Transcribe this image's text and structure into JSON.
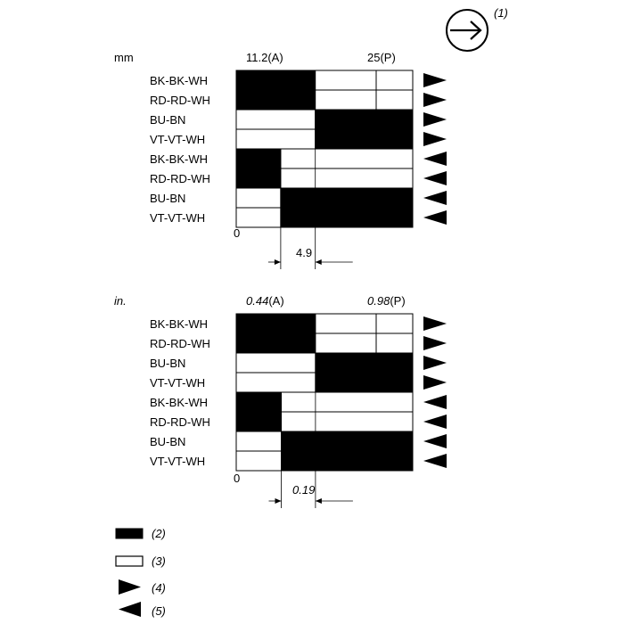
{
  "direction_symbol": {
    "icon": "arrow-right-circle-icon",
    "ref": "(1)"
  },
  "colors": {
    "closed": "#000000",
    "open": "#ffffff",
    "line": "#000000"
  },
  "panels": [
    {
      "unit": "mm",
      "axis": {
        "zero": "0",
        "a_label": "11.2(A)",
        "p_label": "25(P)",
        "dim_label": "4.9"
      },
      "scale": {
        "max": 25,
        "a": 11.2,
        "dim_start": 6.3
      },
      "rows": [
        {
          "label": "BK-BK-WH",
          "dir": "right",
          "segs": [
            [
              0,
              11.2,
              "closed"
            ],
            [
              11.2,
              25,
              "open"
            ]
          ]
        },
        {
          "label": "RD-RD-WH",
          "dir": "right",
          "segs": [
            [
              0,
              11.2,
              "closed"
            ],
            [
              11.2,
              25,
              "open"
            ]
          ]
        },
        {
          "label": "BU-BN",
          "dir": "right",
          "segs": [
            [
              0,
              11.2,
              "open"
            ],
            [
              11.2,
              25,
              "closed"
            ]
          ]
        },
        {
          "label": "VT-VT-WH",
          "dir": "right",
          "segs": [
            [
              0,
              11.2,
              "open"
            ],
            [
              11.2,
              25,
              "closed"
            ]
          ]
        },
        {
          "label": "BK-BK-WH",
          "dir": "left",
          "segs": [
            [
              0,
              6.3,
              "closed"
            ],
            [
              6.3,
              25,
              "open"
            ]
          ]
        },
        {
          "label": "RD-RD-WH",
          "dir": "left",
          "segs": [
            [
              0,
              6.3,
              "closed"
            ],
            [
              6.3,
              25,
              "open"
            ]
          ]
        },
        {
          "label": "BU-BN",
          "dir": "left",
          "segs": [
            [
              0,
              6.3,
              "open"
            ],
            [
              6.3,
              25,
              "closed"
            ]
          ]
        },
        {
          "label": "VT-VT-WH",
          "dir": "left",
          "segs": [
            [
              0,
              6.3,
              "open"
            ],
            [
              6.3,
              25,
              "closed"
            ]
          ]
        }
      ]
    },
    {
      "unit": "in.",
      "axis": {
        "zero": "0",
        "a_value": "0.44",
        "a_suffix": "(A)",
        "p_value": "0.98",
        "p_suffix": "(P)",
        "dim_label": "0.19"
      },
      "scale": {
        "max": 0.98,
        "a": 0.44,
        "dim_start": 0.25
      },
      "rows": [
        {
          "label": "BK-BK-WH",
          "dir": "right",
          "segs": [
            [
              0,
              0.44,
              "closed"
            ],
            [
              0.44,
              0.98,
              "open"
            ]
          ]
        },
        {
          "label": "RD-RD-WH",
          "dir": "right",
          "segs": [
            [
              0,
              0.44,
              "closed"
            ],
            [
              0.44,
              0.98,
              "open"
            ]
          ]
        },
        {
          "label": "BU-BN",
          "dir": "right",
          "segs": [
            [
              0,
              0.44,
              "open"
            ],
            [
              0.44,
              0.98,
              "closed"
            ]
          ]
        },
        {
          "label": "VT-VT-WH",
          "dir": "right",
          "segs": [
            [
              0,
              0.44,
              "open"
            ],
            [
              0.44,
              0.98,
              "closed"
            ]
          ]
        },
        {
          "label": "BK-BK-WH",
          "dir": "left",
          "segs": [
            [
              0,
              0.25,
              "closed"
            ],
            [
              0.25,
              0.98,
              "open"
            ]
          ]
        },
        {
          "label": "RD-RD-WH",
          "dir": "left",
          "segs": [
            [
              0,
              0.25,
              "closed"
            ],
            [
              0.25,
              0.98,
              "open"
            ]
          ]
        },
        {
          "label": "BU-BN",
          "dir": "left",
          "segs": [
            [
              0,
              0.25,
              "open"
            ],
            [
              0.25,
              0.98,
              "closed"
            ]
          ]
        },
        {
          "label": "VT-VT-WH",
          "dir": "left",
          "segs": [
            [
              0,
              0.25,
              "open"
            ],
            [
              0.25,
              0.98,
              "closed"
            ]
          ]
        }
      ]
    }
  ],
  "legend": [
    {
      "symbol": "closed",
      "text": "(2)"
    },
    {
      "symbol": "open",
      "text": "(3)"
    },
    {
      "symbol": "arrow-right",
      "text": "(4)"
    },
    {
      "symbol": "arrow-left",
      "text": "(5)"
    }
  ]
}
